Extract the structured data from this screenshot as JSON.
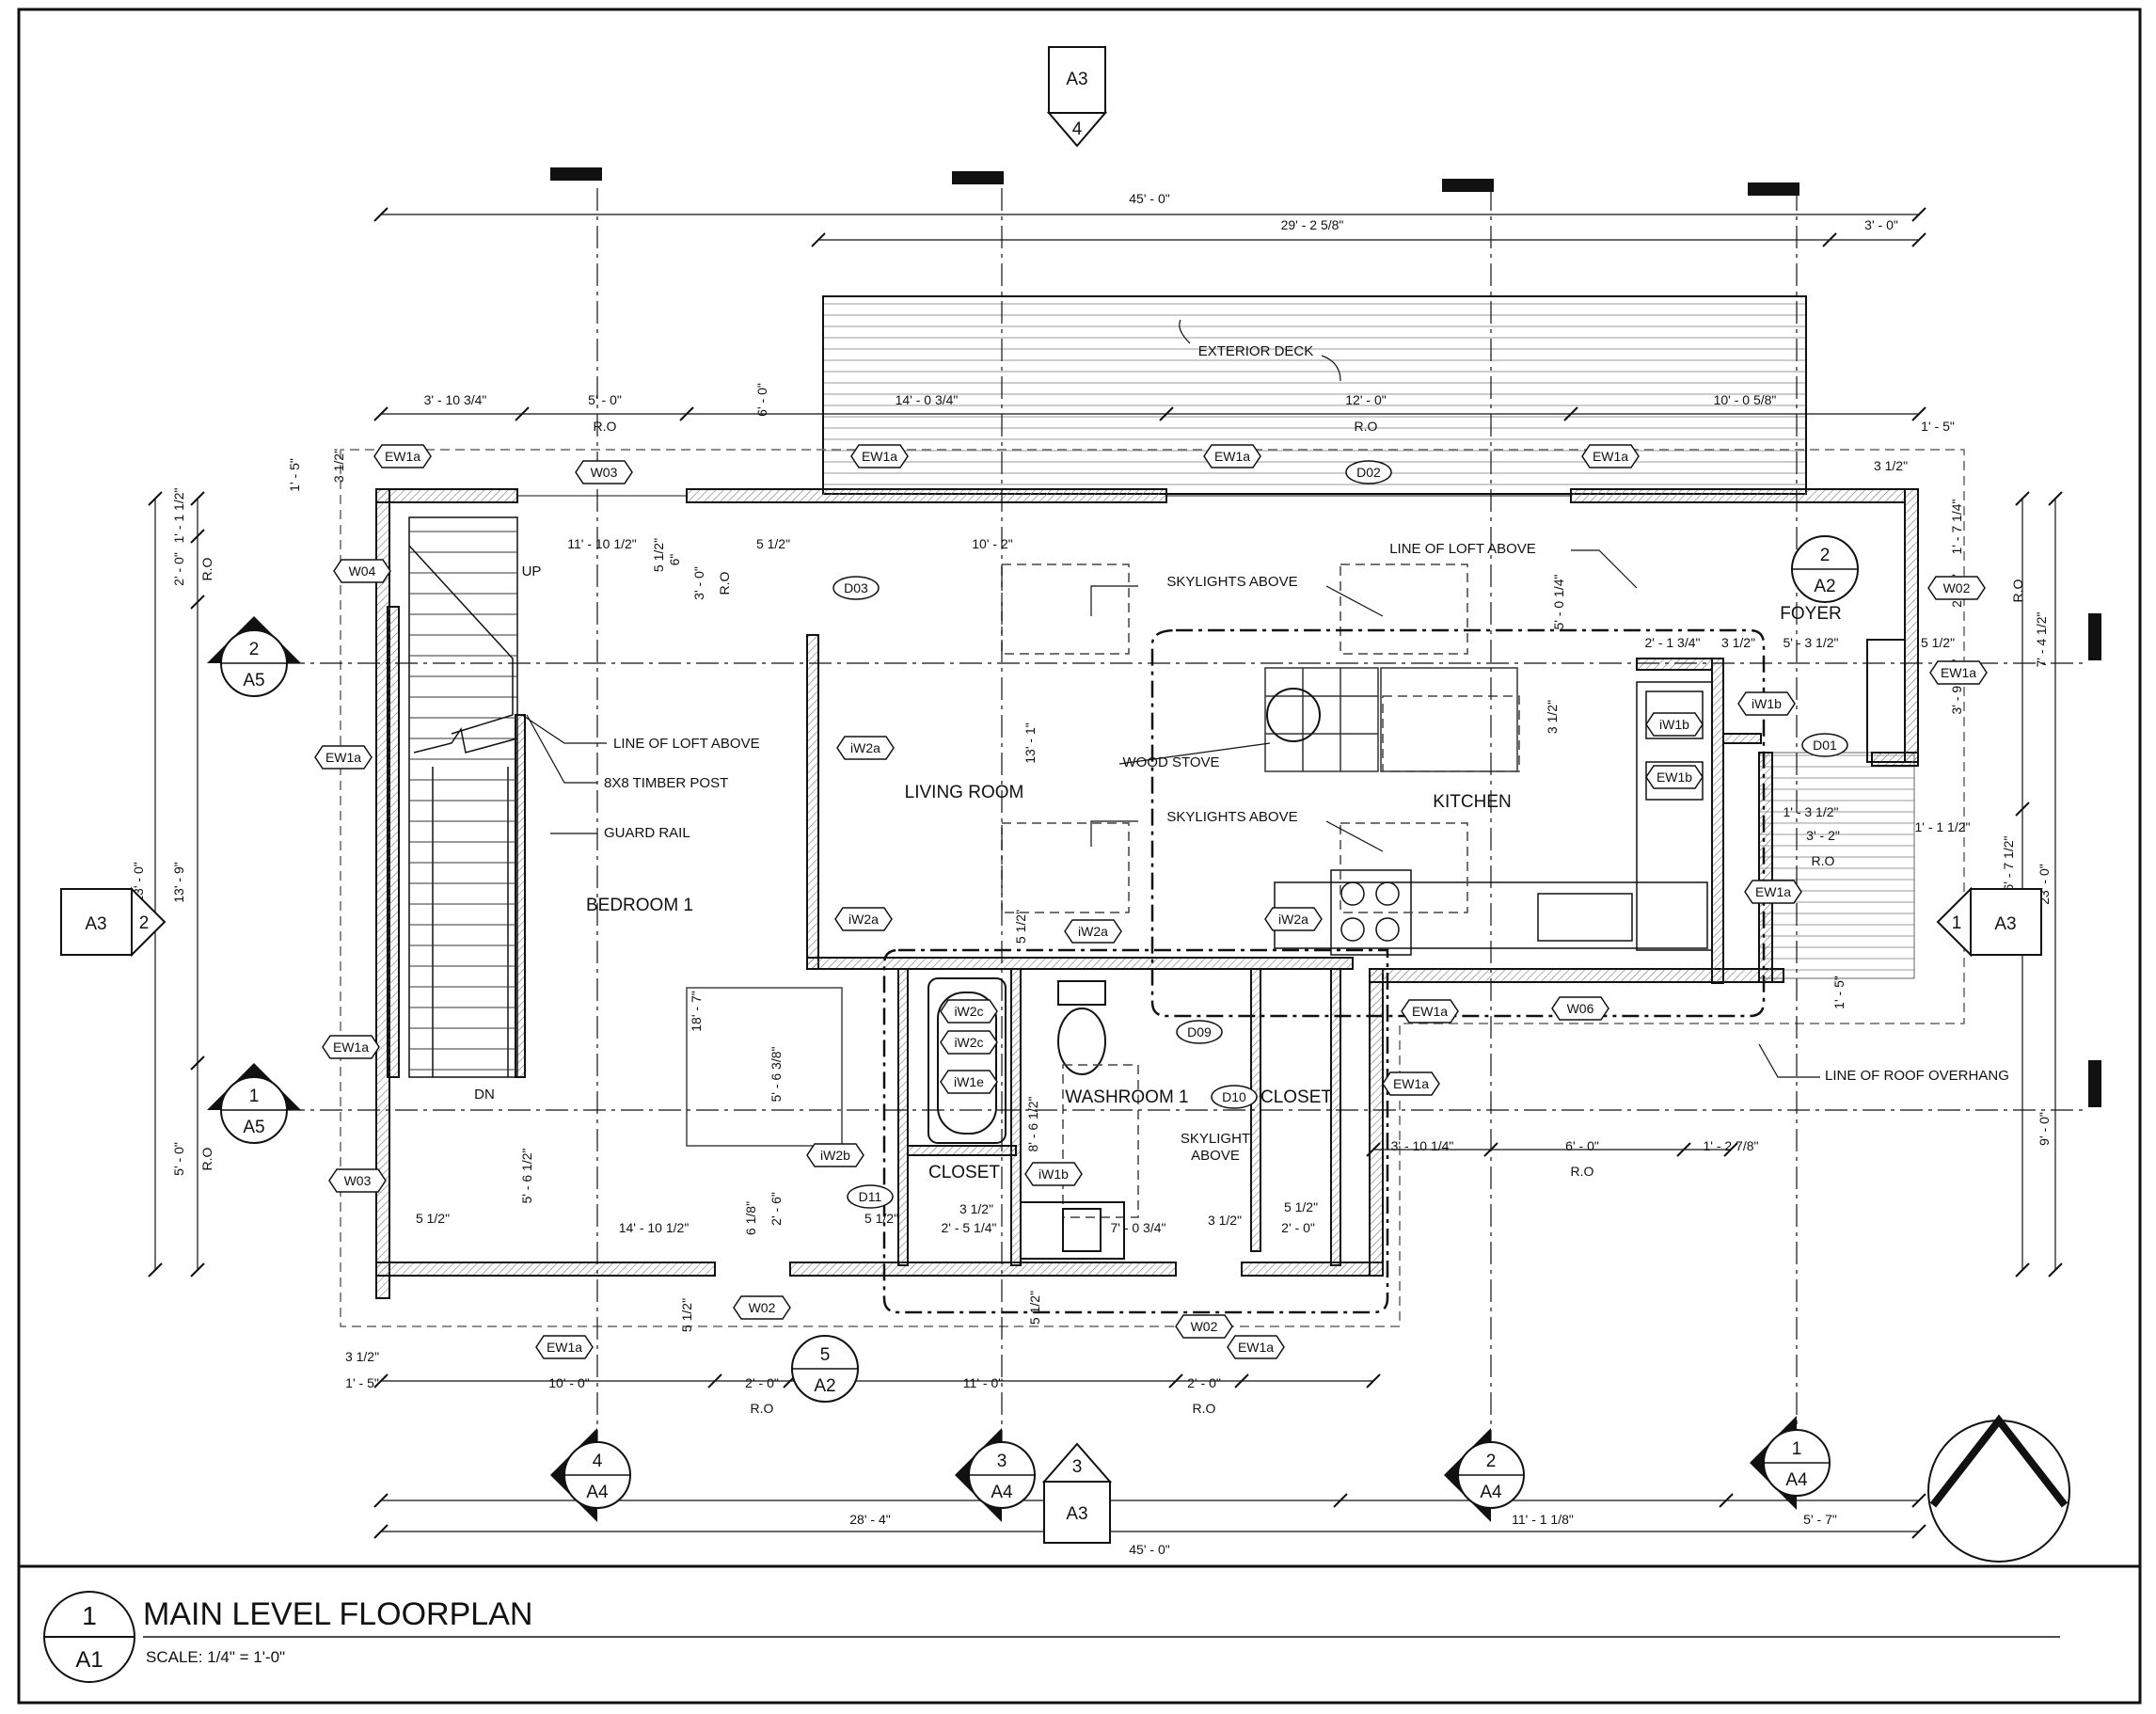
{
  "title_block": {
    "view_number": "1",
    "sheet": "A1",
    "title": "MAIN LEVEL FLOORPLAN",
    "scale": "SCALE:  1/4\" = 1'-0\""
  },
  "rooms": {
    "living_room": "LIVING ROOM",
    "kitchen": "KITCHEN",
    "bedroom": "BEDROOM 1",
    "washroom": "WASHROOM 1",
    "closet_a": "CLOSET",
    "closet_b": "CLOSET",
    "foyer": "FOYER"
  },
  "notes": {
    "exterior_deck": "EXTERIOR DECK",
    "skylights_1": "SKYLIGHTS ABOVE",
    "skylights_2": "SKYLIGHTS ABOVE",
    "loft_kitchen": "LINE OF LOFT ABOVE",
    "loft_stair": "LINE OF LOFT ABOVE",
    "timber_post": "8X8 TIMBER POST",
    "guard_rail": "GUARD RAIL",
    "wood_stove": "WOOD STOVE",
    "skylight_wash_1": "SKYLIGHT",
    "skylight_wash_2": "ABOVE",
    "roof_overhang": "LINE OF ROOF OVERHANG",
    "up": "UP",
    "dn": "DN"
  },
  "tags": {
    "ew1a": "EW1a",
    "w03": "W03",
    "w04": "W04",
    "w02": "W02",
    "w06": "W06",
    "d01": "D01",
    "d02": "D02",
    "d03": "D03",
    "d09": "D09",
    "d10": "D10",
    "d11": "D11",
    "iw2a": "iW2a",
    "iw2b": "iW2b",
    "iw2c": "iW2c",
    "iw1b": "iW1b",
    "iw1e": "iW1e",
    "ew1b": "EW1b"
  },
  "dims": {
    "top_overall": "45' - 0\"",
    "top_deck": "29' - 2 5/8\"",
    "top_right": "3' - 0\"",
    "top_1": "3' - 10 3/4\"",
    "top_2": "5' - 0\"",
    "top_3": "14' - 0 3/4\"",
    "top_4": "12' - 0\"",
    "top_5": "10' - 0 5/8\"",
    "ro": "R.O",
    "deck_6": "6' - 0\"",
    "d_1_5": "1' - 5\"",
    "d_3_half": "3 1/2\"",
    "d_11_10": "11' - 10 1/2\"",
    "d_10_2": "10' - 2\"",
    "d_5_half": "5 1/2\"",
    "d_6": "6\"",
    "d_3_0": "3' - 0\"",
    "d_5_0_q": "5' - 0 1/4\"",
    "d_2_1_3q": "2' - 1 3/4\"",
    "d_5_3_half": "5' - 3 1/2\"",
    "d_13_1": "13' - 1\"",
    "d_18_7": "18' - 7\"",
    "d_1_3_half": "1' - 3 1/2\"",
    "d_3_2": "3' - 2\"",
    "d_1_1_half": "1' - 1 1/2\"",
    "d_5_6_3_8": "5' - 6 3/8\"",
    "d_8_6_half": "8' - 6 1/2\"",
    "d_5_6_half": "5' - 6 1/2\"",
    "d_14_10": "14' - 10 1/2\"",
    "d_6_1_8": "6 1/8\"",
    "d_2_6": "2' - 6\"",
    "d_2_5_q": "2' - 5 1/4\"",
    "d_7_0_3q": "7' - 0 3/4\"",
    "d_2_0": "2' - 0\"",
    "d_3_10_q": "3' - 10 1/4\"",
    "d_6_0": "6' - 0\"",
    "d_1_2_7_8": "1' - 2 7/8\"",
    "bot_10_0": "10' - 0\"",
    "bot_2_0": "2' - 0\"",
    "bot_11_0": "11' - 0\"",
    "bot_28_4": "28' - 4\"",
    "bot_11_1": "11' - 1 1/8\"",
    "bot_5_7": "5' - 7\"",
    "bot_overall": "45' - 0\"",
    "l_1_1_half": "1' - 1 1/2\"",
    "l_2_0": "2' - 0\"",
    "l_13_9": "13' - 9\"",
    "l_23_0": "23' - 0\"",
    "l_5_0": "5' - 0\"",
    "r_1_7_q": "1' - 7 1/4\"",
    "r_2_0": "2' - 0\"",
    "r_7_4": "7' - 4 1/2\"",
    "r_3_9": "3' - 9 1/4\"",
    "r_6_7": "6' - 7 1/2\"",
    "r_23_0": "23' - 0\"",
    "r_9_0": "9' - 0\"",
    "r_1_5": "1' - 5\"",
    "d_1_5b": "1' - 5\""
  },
  "markers": {
    "sec_top_sheet": "A3",
    "sec_top_num": "4",
    "sec_left_sheet": "A3",
    "sec_left_num": "2",
    "sec_right_sheet": "A3",
    "sec_right_num": "1",
    "sec_bot_sheet": "A3",
    "sec_bot_num": "3",
    "elev_a5_2_num": "2",
    "elev_a5_2_sheet": "A5",
    "elev_a5_1_num": "1",
    "elev_a5_1_sheet": "A5",
    "elev_a2_2_num": "2",
    "elev_a2_2_sheet": "A2",
    "elev_a2_5_num": "5",
    "elev_a2_5_sheet": "A2",
    "elev_a4_4_num": "4",
    "elev_a4_4_sheet": "A4",
    "elev_a4_3_num": "3",
    "elev_a4_3_sheet": "A4",
    "elev_a4_2_num": "2",
    "elev_a4_2_sheet": "A4",
    "elev_a4_1_num": "1",
    "elev_a4_1_sheet": "A4"
  },
  "colors": {
    "ink": "#111111",
    "paper": "#ffffff",
    "wall_fill": "#d9d9d9"
  }
}
